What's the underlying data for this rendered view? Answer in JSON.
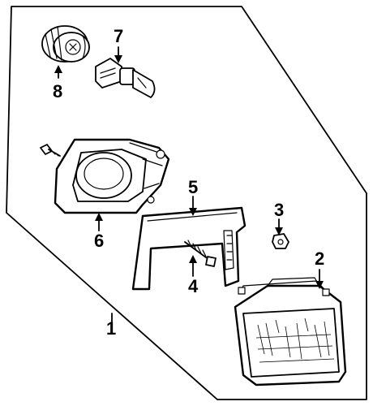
{
  "diagram": {
    "callouts": {
      "c1": "1",
      "c2": "2",
      "c3": "3",
      "c4": "4",
      "c5": "5",
      "c6": "6",
      "c7": "7",
      "c8": "8"
    },
    "colors": {
      "line": "#000000",
      "background": "#ffffff"
    }
  }
}
